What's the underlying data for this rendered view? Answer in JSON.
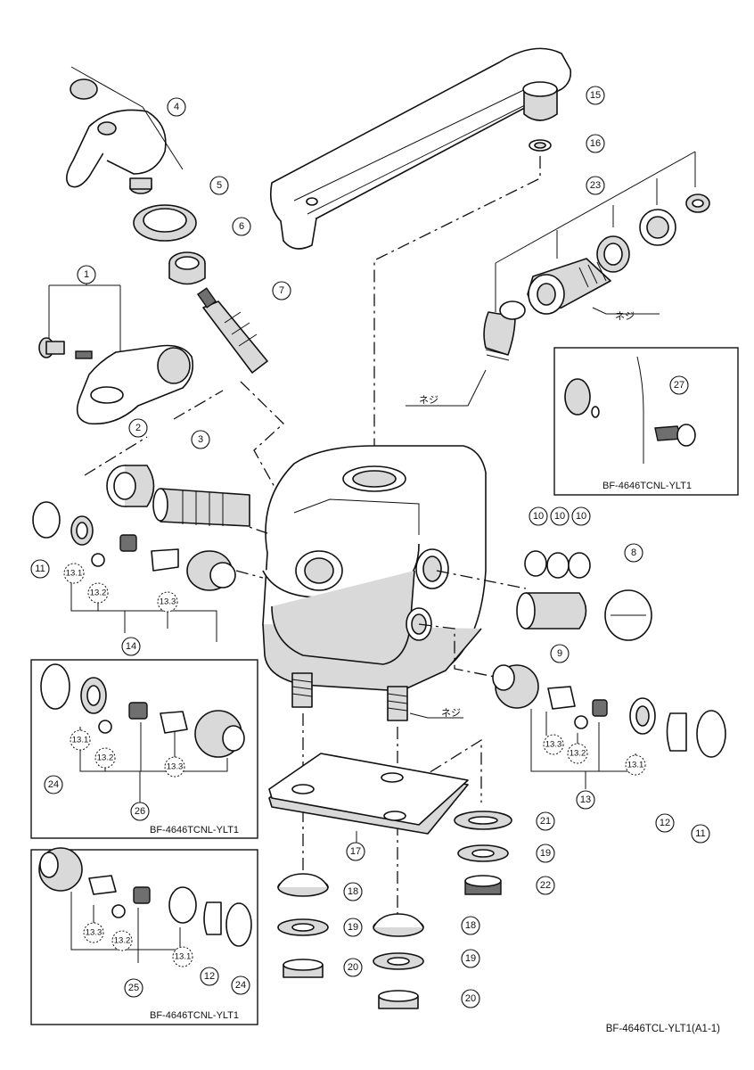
{
  "diagram": {
    "callouts": [
      "1",
      "2",
      "3",
      "4",
      "5",
      "6",
      "7",
      "8",
      "9",
      "10",
      "11",
      "12",
      "13",
      "13.1",
      "13.2",
      "13.3",
      "14",
      "15",
      "16",
      "17",
      "18",
      "19",
      "20",
      "21",
      "22",
      "23",
      "24",
      "25",
      "26",
      "27"
    ],
    "thread_label": "ネジ",
    "inset_label": "BF-4646TCNL-YLT1",
    "footer_code": "BF-4646TCL-YLT1(A1-1)"
  }
}
